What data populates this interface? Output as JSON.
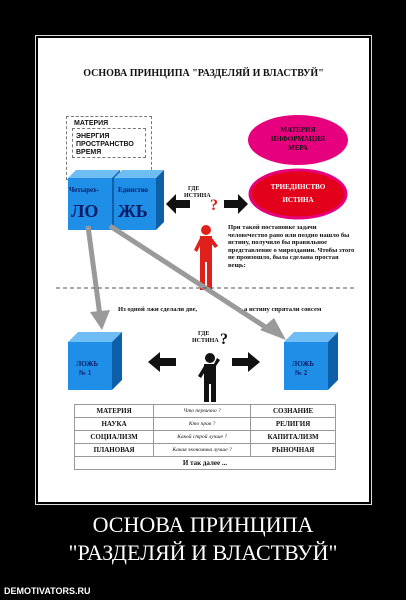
{
  "diagram": {
    "title": "ОСНОВА ПРИНЦИПА \"РАЗДЕЛЯЙ И ВЛАСТВУЙ\"",
    "left_top_box": [
      "МАТЕРИЯ",
      "ЭНЕРГИЯ",
      "ПРОСТРАНСТВО",
      "ВРЕМЯ"
    ],
    "right_top_ellipse": [
      "МАТЕРИЯ",
      "ИНФОРМАЦИЯ",
      "МЕРА"
    ],
    "right_bottom_ellipse": [
      "ТРИЕДИНСТВО",
      "ИСТИНА"
    ],
    "cube1_tag": "Четырех-",
    "cube1_big": "ЛО",
    "cube2_tag": "Единство",
    "cube2_big": "ЖЬ",
    "where_truth_top": [
      "ГДЕ",
      "ИСТИНА"
    ],
    "explanation": "При такой постановке задачи человечество рано или поздно нашло бы истину, получило бы правильное представление о мироздании. Чтобы этого не произошло, была сделана простая вещь:",
    "middle_left_text": "Из одной лжи сделали две,",
    "middle_right_text": "а истину спрятали совсем",
    "where_truth_bottom": [
      "ГДЕ",
      "ИСТИНА"
    ],
    "lie1": [
      "ЛОЖЬ",
      "№ 1"
    ],
    "lie2": [
      "ЛОЖЬ",
      "№ 2"
    ],
    "table_rows": [
      [
        "МАТЕРИЯ",
        "Что первично ?",
        "СОЗНАНИЕ"
      ],
      [
        "НАУКА",
        "Кто прав ?",
        "РЕЛИГИЯ"
      ],
      [
        "СОЦИАЛИЗМ",
        "Какой строй лучше ?",
        "КАПИТАЛИЗМ"
      ],
      [
        "ПЛАНОВАЯ",
        "Какая экономика лучше ?",
        "РЫНОЧНАЯ"
      ]
    ],
    "table_footer": "И так далее ..."
  },
  "poster": {
    "caption_line1": "ОСНОВА ПРИНЦИПА",
    "caption_line2": "\"РАЗДЕЛЯЙ И ВЛАСТВУЙ\"",
    "site": "DEMOTIVATORS.RU"
  },
  "colors": {
    "cube_blue": "#1e8ee6",
    "ellipse_magenta": "#e6007e",
    "ellipse_red": "#e2001a",
    "arrow_gray": "#9a9a9a",
    "figure_red": "#e0201a"
  }
}
